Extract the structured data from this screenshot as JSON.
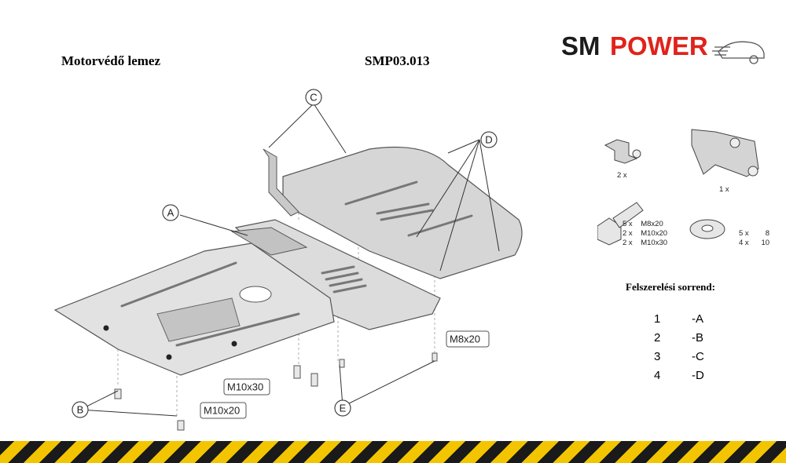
{
  "header": {
    "product_name": "Motorvédő lemez",
    "product_code": "SMP03.013",
    "brand_part1": "SM",
    "brand_part2": "POWER"
  },
  "callouts": {
    "a": "A",
    "b": "B",
    "c": "C",
    "d": "D",
    "e": "E"
  },
  "bolt_labels": {
    "m8x20": "M8x20",
    "m10x30": "M10x30",
    "m10x20": "M10x20"
  },
  "parts": {
    "bracket_small_qty": "2 x",
    "bracket_large_qty": "1 x",
    "bolts": [
      "5 x    M8x20",
      "2 x    M10x20",
      "2 x    M10x30"
    ],
    "washers": [
      "5 x        8",
      "4 x      10"
    ]
  },
  "sequence": {
    "title": "Felszerelési sorrend:",
    "steps": [
      {
        "num": "1",
        "code": "-A"
      },
      {
        "num": "2",
        "code": "-B"
      },
      {
        "num": "3",
        "code": "-C"
      },
      {
        "num": "4",
        "code": "-D"
      }
    ]
  },
  "colors": {
    "brand_red": "#e0231b",
    "brand_dark": "#1b1b1b",
    "stripe_yellow": "#f2c500",
    "stripe_black": "#1a1a1a"
  }
}
